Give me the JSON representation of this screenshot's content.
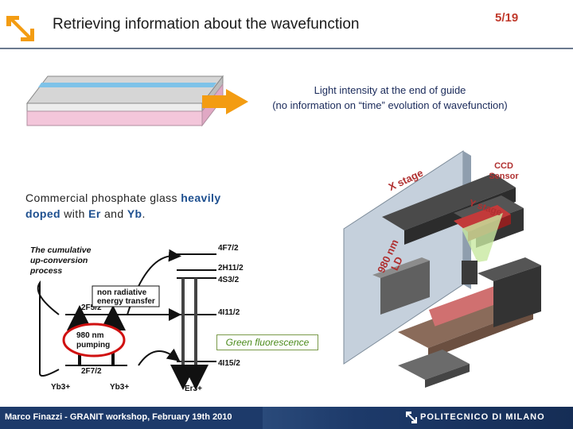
{
  "header": {
    "title": "Retrieving information about the wavefunction",
    "page": "5/19"
  },
  "caption": {
    "line1": "Light intensity at the end of guide",
    "line2": "(no information on “time” evolution of wavefunction)"
  },
  "glass": {
    "part1": "Commercial phosphate glass ",
    "heavily": "heavily",
    "doped": "doped",
    "with": " with ",
    "er": "Er",
    "and": " and ",
    "yb": "Yb",
    "dot": "."
  },
  "upconversion": {
    "line1": "The cumulative",
    "line2": "up-conversion",
    "line3": "process"
  },
  "levels": {
    "f72": "4F7/2",
    "h112": "2H11/2",
    "s32": "4S3/2",
    "i112": "4I11/2",
    "i152": "4I15/2",
    "f52": "2F5/2",
    "f72b": "2F7/2"
  },
  "energy": {
    "nonrad1": "non radiative",
    "nonrad2": "energy transfer",
    "pump1": "980 nm",
    "pump2": "pumping",
    "yb1": "Yb3+",
    "yb2": "Yb3+",
    "er": "Er3+"
  },
  "green_label": "Green fluorescence",
  "setup": {
    "ccd1": "CCD",
    "ccd2": "Sensor",
    "xstage": "X stage",
    "ystage": "Y stage",
    "ld1": "980 nm",
    "ld2": "LD"
  },
  "footer": {
    "left": "Marco Finazzi - GRANIT workshop, February 19th 2010",
    "right": "POLITECNICO DI MILANO"
  },
  "colors": {
    "accent": "#f39c12",
    "page_number": "#c0392b",
    "navy": "#1d3a6a"
  }
}
